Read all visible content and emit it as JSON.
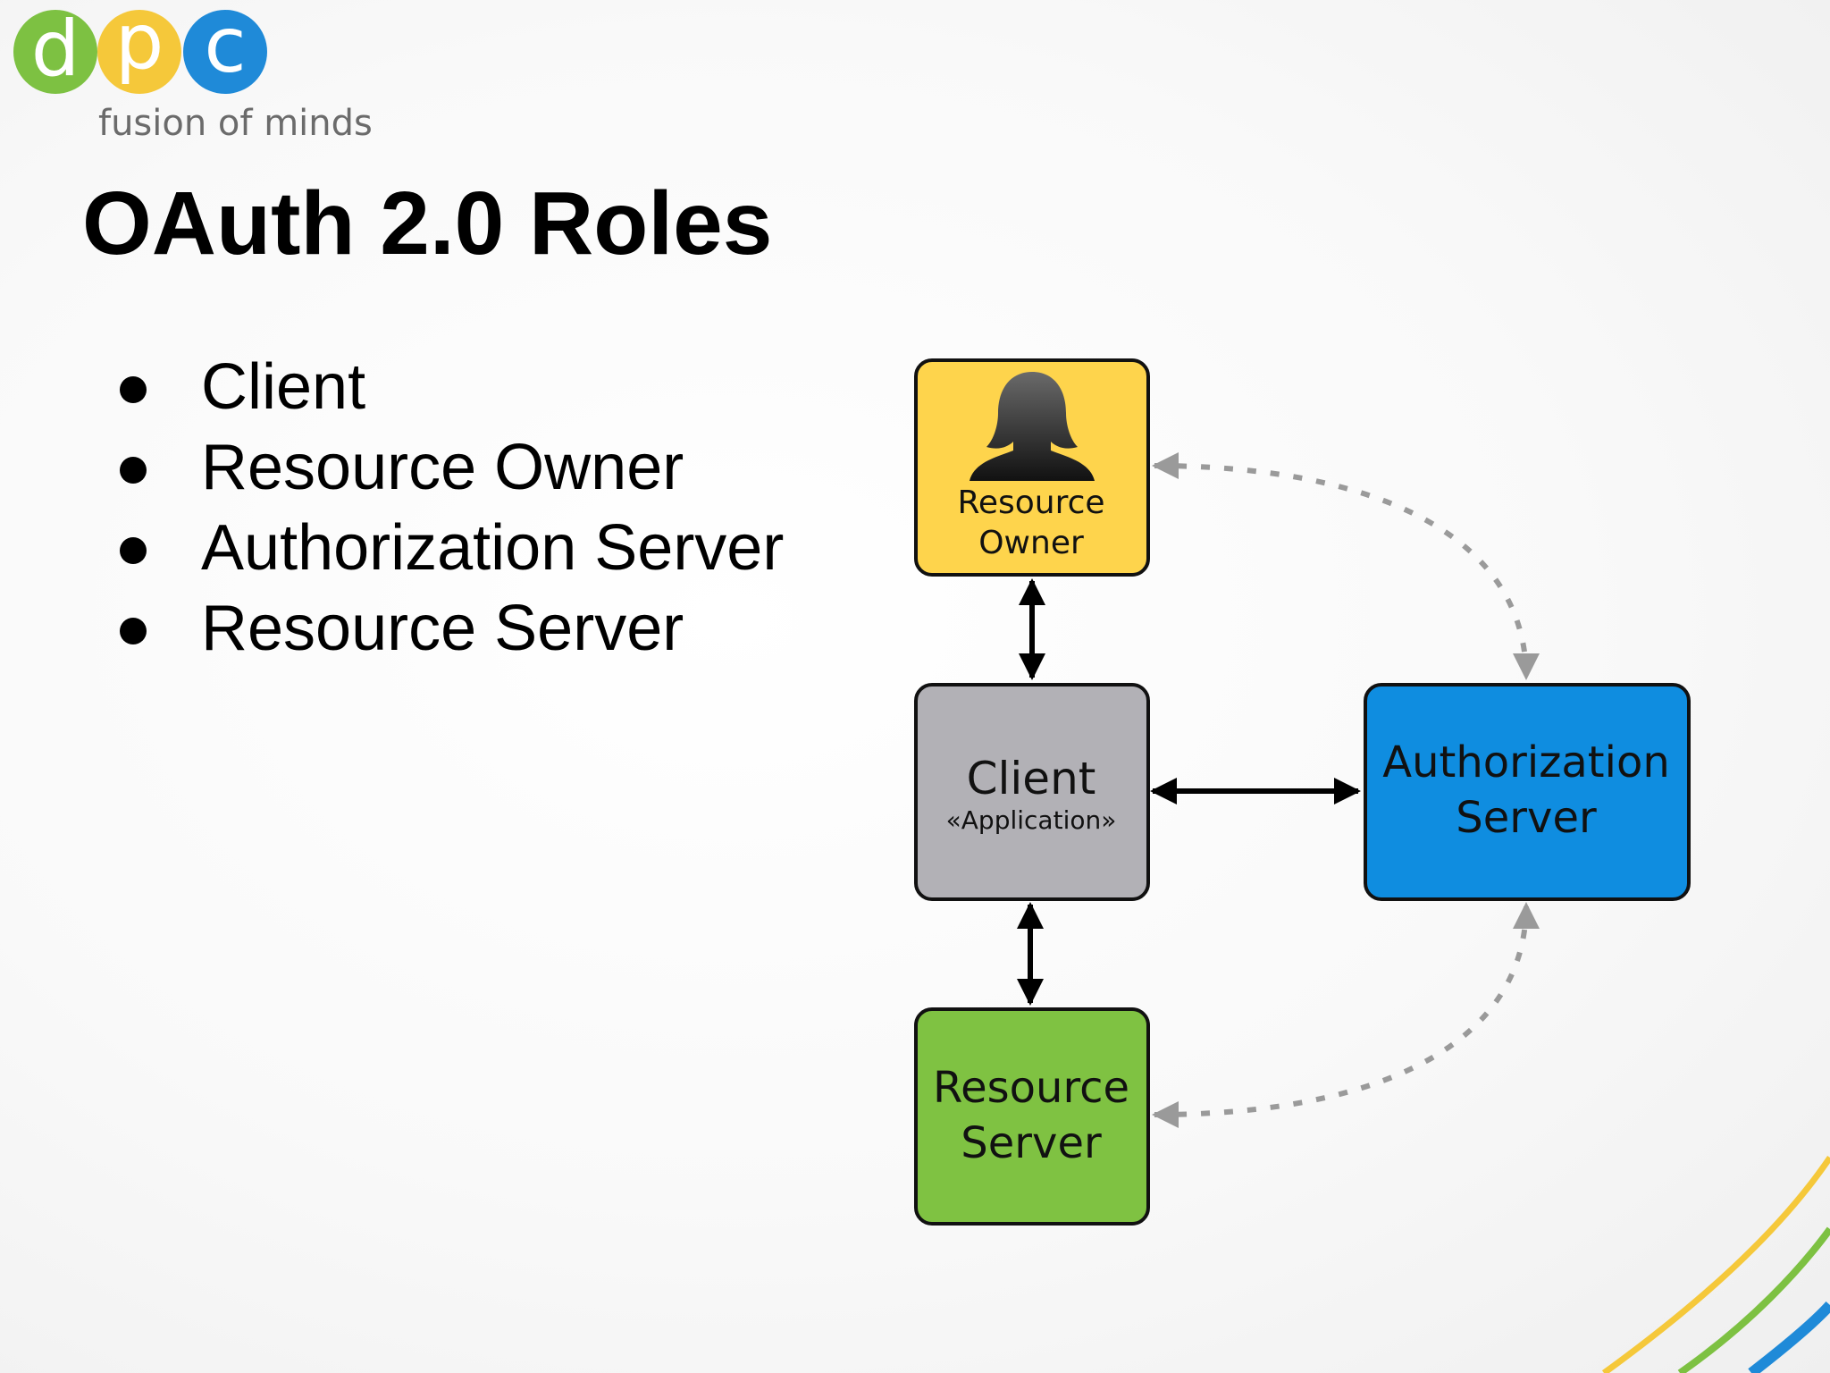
{
  "logo": {
    "letters": [
      "d",
      "p",
      "c"
    ],
    "colors": [
      "#7dc142",
      "#f5c83a",
      "#1f8ad8"
    ],
    "tagline": "fusion of minds"
  },
  "title": "OAuth 2.0 Roles",
  "bullets": [
    "Client",
    "Resource Owner",
    "Authorization Server",
    "Resource Server"
  ],
  "diagram": {
    "resource_owner": {
      "line1": "Resource",
      "line2": "Owner",
      "icon": "person-silhouette-icon",
      "color": "#fed44c"
    },
    "client": {
      "label": "Client",
      "sublabel": "«Application»",
      "color": "#b2b1b6"
    },
    "authorization_server": {
      "line1": "Authorization",
      "line2": "Server",
      "color": "#0f8de0"
    },
    "resource_server": {
      "line1": "Resource",
      "line2": "Server",
      "color": "#7fc242"
    },
    "solid_arrow_color": "#000000",
    "dashed_arrow_color": "#9a9a9a"
  },
  "decoration": {
    "swoosh_colors": [
      "#f5c83a",
      "#7dc142",
      "#1f8ad8"
    ]
  }
}
